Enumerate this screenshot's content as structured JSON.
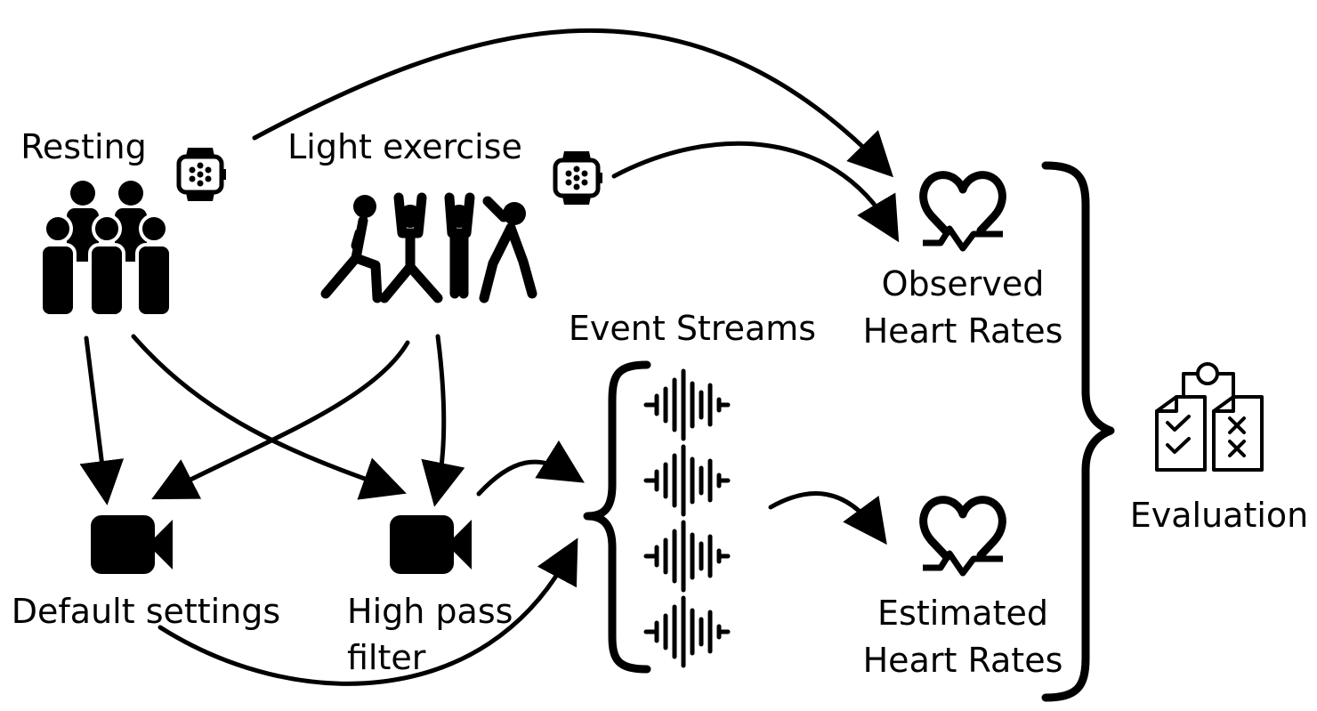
{
  "labels": {
    "resting": "Resting",
    "light_exercise": "Light exercise",
    "observed_line1": "Observed",
    "observed_line2": "Heart Rates",
    "event_streams": "Event Streams",
    "default_settings": "Default settings",
    "high_pass_line1": "High pass",
    "high_pass_line2": "filter",
    "estimated_line1": "Estimated",
    "estimated_line2": "Heart Rates",
    "evaluation": "Evaluation"
  },
  "icons": [
    "group-of-people-icon",
    "smartwatch-icon",
    "exercising-people-icon",
    "smartwatch-icon",
    "heart-pulse-icon",
    "video-camera-icon",
    "video-camera-icon",
    "audio-waveform-icon",
    "heart-pulse-icon",
    "evaluation-clipboard-icon"
  ],
  "colors": {
    "ink": "#000000",
    "background": "#ffffff"
  }
}
